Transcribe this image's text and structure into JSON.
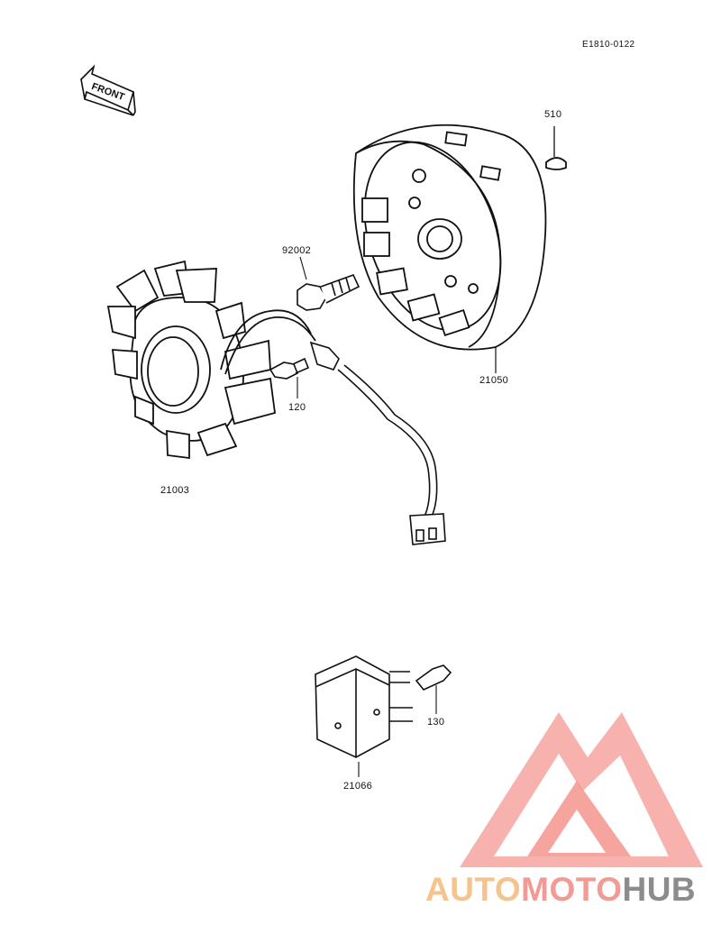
{
  "diagram_code": "E1810-0122",
  "front_label": "FRONT",
  "parts": [
    {
      "id": "part-510",
      "number": "510"
    },
    {
      "id": "part-92002",
      "number": "92002"
    },
    {
      "id": "part-21050",
      "number": "21050"
    },
    {
      "id": "part-120",
      "number": "120"
    },
    {
      "id": "part-21003",
      "number": "21003"
    },
    {
      "id": "part-130",
      "number": "130"
    },
    {
      "id": "part-21066",
      "number": "21066"
    }
  ],
  "watermark": {
    "part1": "AUTO",
    "part2": "MOTO",
    "part3": "HUB",
    "colors": {
      "auto": "#f6c38d",
      "moto": "#f49a94",
      "hub": "#8c8c8c",
      "logo": "#f28b86"
    }
  }
}
